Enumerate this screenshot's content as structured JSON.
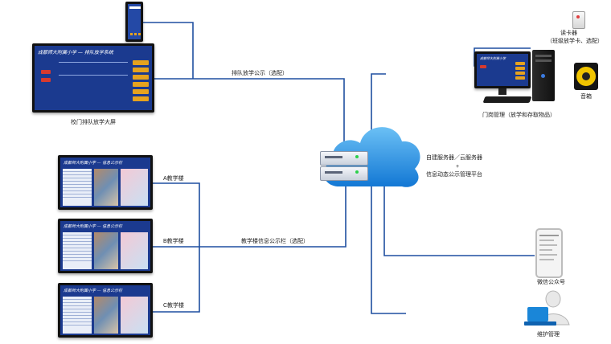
{
  "nodes": {
    "gate_display": {
      "label": "校门排队放学大屏",
      "screen_title": "成都师大附属小学 — 排队放学系统"
    },
    "classroom_a": {
      "label": "A教学楼",
      "screen_title": "成都师大附属小学 — 信息公示栏"
    },
    "classroom_b": {
      "label": "B教学楼",
      "screen_title": "成都师大附属小学 — 信息公示栏"
    },
    "classroom_c": {
      "label": "C教学楼",
      "screen_title": "成都师大附属小学 — 信息公示栏"
    },
    "server": {
      "line1": "自建服务器／云服务器",
      "plus": "+",
      "line2": "信息动态公示管理平台"
    },
    "card_reader": {
      "line1": "读卡器",
      "line2": "（班级放学卡、选配）"
    },
    "speaker": {
      "label": "音箱"
    },
    "gate_pc": {
      "label": "门岗管理（放学和存取物品）",
      "screen_title": "成都师大附属小学"
    },
    "wechat": {
      "label": "微信公众号"
    },
    "maintenance": {
      "label": "维护管理"
    }
  },
  "edges": {
    "queue_announce": "排队放学公示（选配）",
    "building_info": "教学楼信息公示栏（选配）"
  },
  "colors": {
    "wire": "#1f4fa0",
    "cloud": "#1e8be0",
    "screen_bg": "#1b3a8f"
  }
}
